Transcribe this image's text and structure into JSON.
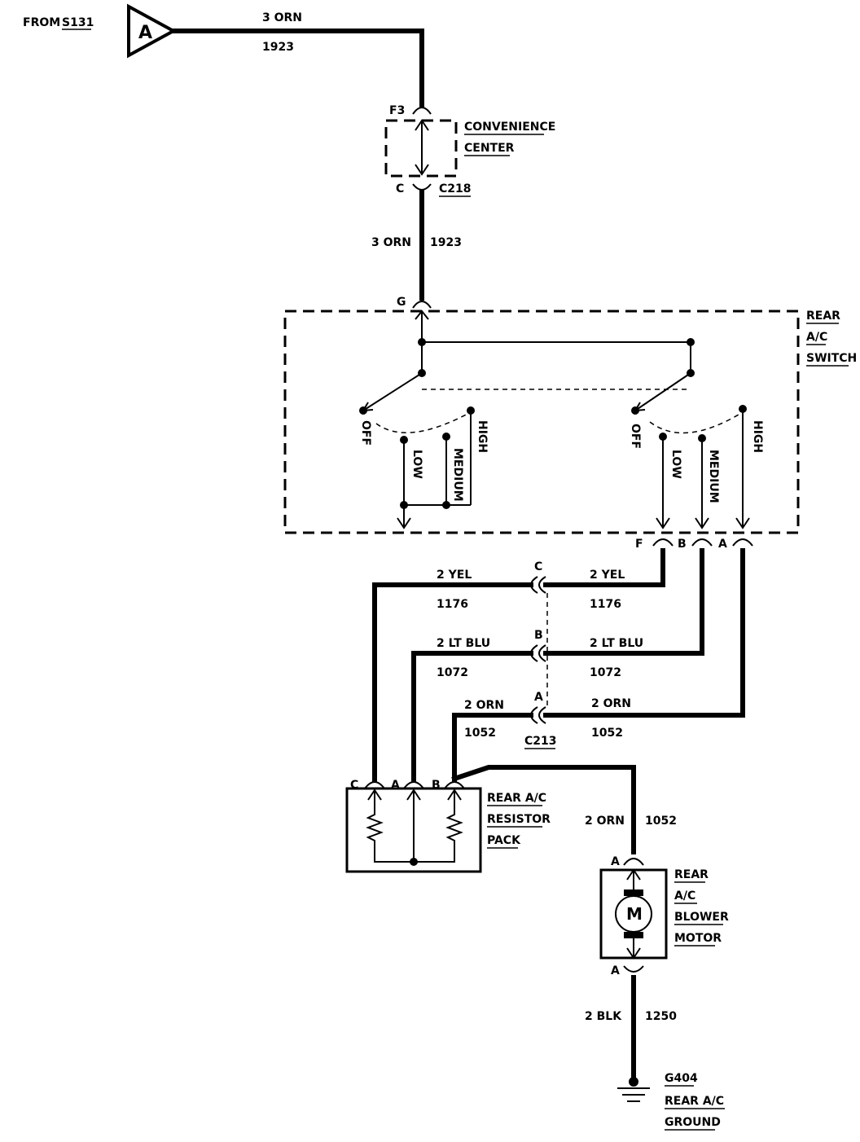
{
  "source": {
    "from_label": "FROM",
    "splice_ref": "S131",
    "connector_letter": "A"
  },
  "feed_wire": {
    "gauge_color": "3 ORN",
    "circuit": "1923"
  },
  "convenience_center": {
    "fuse": "F3",
    "name_line1": "CONVENIENCE",
    "name_line2": "CENTER",
    "pin": "C",
    "connector": "C218"
  },
  "switch_feed": {
    "gauge_color": "3 ORN",
    "circuit": "1923"
  },
  "rear_ac_switch": {
    "input_pin": "G",
    "name_line1": "REAR",
    "name_line2": "A/C",
    "name_line3": "SWITCH",
    "positions": [
      "OFF",
      "LOW",
      "MEDIUM",
      "HIGH"
    ],
    "output_pins": [
      "F",
      "B",
      "A"
    ]
  },
  "harness": {
    "connector": "C213",
    "pins": [
      "C",
      "B",
      "A"
    ],
    "wires": [
      {
        "gauge_color": "2 YEL",
        "circuit": "1176"
      },
      {
        "gauge_color": "2 LT BLU",
        "circuit": "1072"
      },
      {
        "gauge_color": "2 ORN",
        "circuit": "1052"
      }
    ]
  },
  "resistor_pack": {
    "name_line1": "REAR A/C",
    "name_line2": "RESISTOR",
    "name_line3": "PACK",
    "pins": [
      "C",
      "A",
      "B"
    ]
  },
  "motor_feed": {
    "gauge_color": "2 ORN",
    "circuit": "1052"
  },
  "blower_motor": {
    "pin_top": "A",
    "pin_bottom": "A",
    "symbol": "M",
    "name_line1": "REAR",
    "name_line2": "A/C",
    "name_line3": "BLOWER",
    "name_line4": "MOTOR"
  },
  "ground_wire": {
    "gauge_color": "2 BLK",
    "circuit": "1250"
  },
  "ground": {
    "id": "G404",
    "name_line1": "REAR A/C",
    "name_line2": "GROUND"
  }
}
